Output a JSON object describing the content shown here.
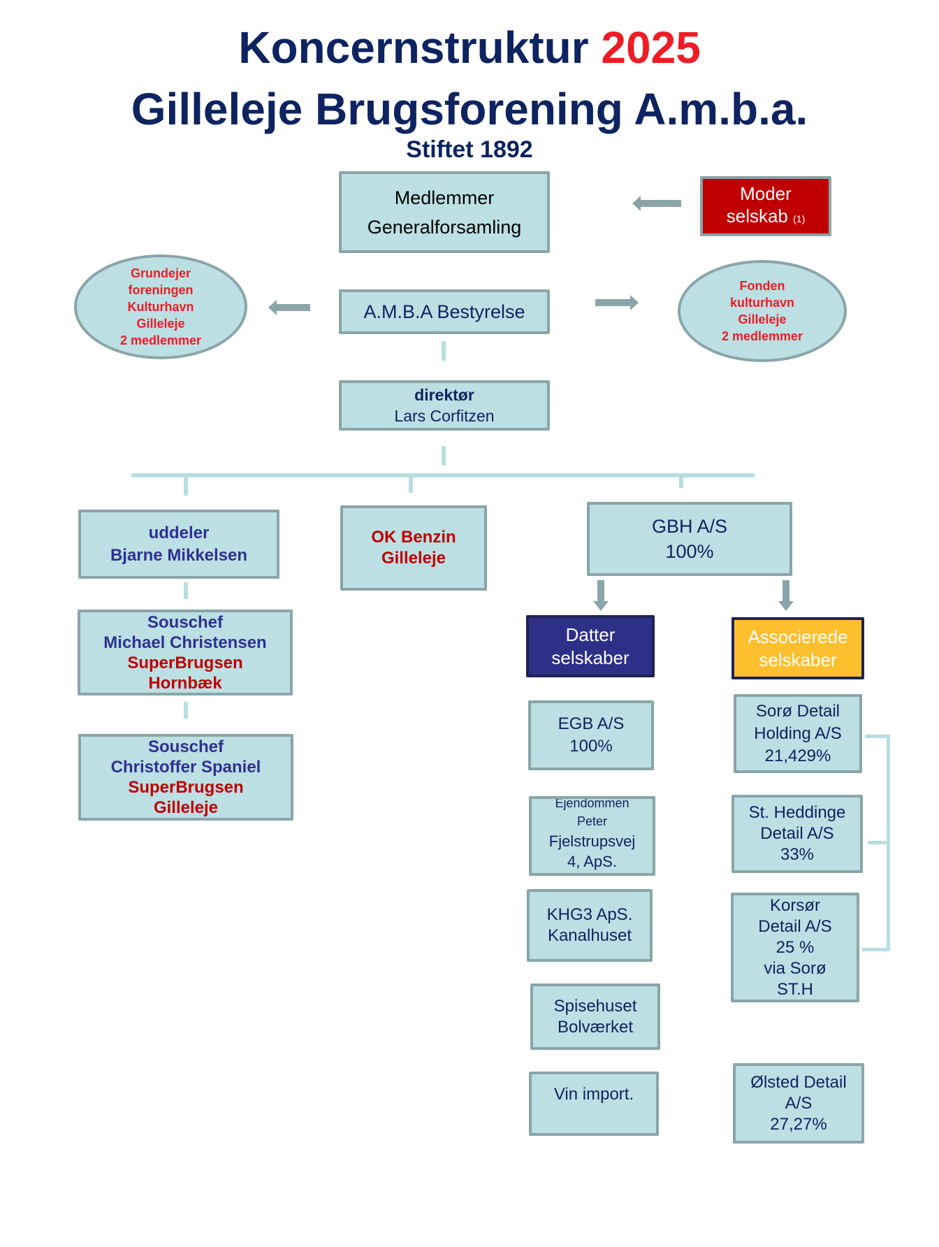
{
  "header": {
    "title_word": "Koncernstruktur",
    "title_year": "2025",
    "company": "Gilleleje Brugsforening A.m.b.a.",
    "founded": "Stiftet 1892"
  },
  "colors": {
    "navy": "#0d2461",
    "red": "#ee1c25",
    "dark_red": "#c00000",
    "box_fill": "#bbdfe3",
    "box_border": "#8aa5a8",
    "connector": "#b7dde2",
    "datter_fill": "#2e3087",
    "associerede_fill": "#fdbf2d",
    "moder_fill": "#c00000"
  },
  "top": {
    "members": [
      "Medlemmer",
      "Generalforsamling"
    ],
    "moder": {
      "line1": "Moder",
      "line2": "selskab",
      "note": "(1)"
    },
    "board": "A.M.B.A Bestyrelse",
    "left_ellipse": [
      "Grundejer",
      "foreningen",
      "Kulturhavn",
      "Gilleleje",
      "2 medlemmer"
    ],
    "right_ellipse": [
      "Fonden",
      "kulturhavn",
      "Gilleleje",
      "2 medlemmer"
    ],
    "director": {
      "title": "direktør",
      "name": "Lars Corfitzen"
    }
  },
  "level2": {
    "uddeler": {
      "title": "uddeler",
      "name": "Bjarne Mikkelsen"
    },
    "ok": [
      "OK Benzin",
      "Gilleleje"
    ],
    "gbh": [
      "GBH A/S",
      "100%"
    ]
  },
  "stores": [
    {
      "role": "Souschef",
      "name": "Michael Christensen",
      "store": "SuperBrugsen",
      "town": "Hornbæk"
    },
    {
      "role": "Souschef",
      "name": "Christoffer Spaniel",
      "store": "SuperBrugsen",
      "town": "Gilleleje"
    }
  ],
  "datter": {
    "header": [
      "Datter",
      "selskaber"
    ],
    "items": [
      [
        "EGB A/S",
        "100%"
      ],
      [
        "Ejendommen",
        "Peter",
        "Fjelstrupsvej",
        "4, ApS."
      ],
      [
        "KHG3 ApS.",
        "Kanalhuset"
      ],
      [
        "Spisehuset",
        "Bolværket"
      ],
      [
        "Vin import."
      ]
    ]
  },
  "associerede": {
    "header": [
      "Associerede",
      "selskaber"
    ],
    "items": [
      [
        "Sorø Detail",
        "Holding A/S",
        "21,429%"
      ],
      [
        "St. Heddinge",
        "Detail A/S",
        "33%"
      ],
      [
        "Korsør",
        "Detail A/S",
        "25 %",
        "via Sorø",
        "ST.H"
      ],
      [
        "Ølsted Detail",
        "A/S",
        "27,27%"
      ]
    ]
  }
}
